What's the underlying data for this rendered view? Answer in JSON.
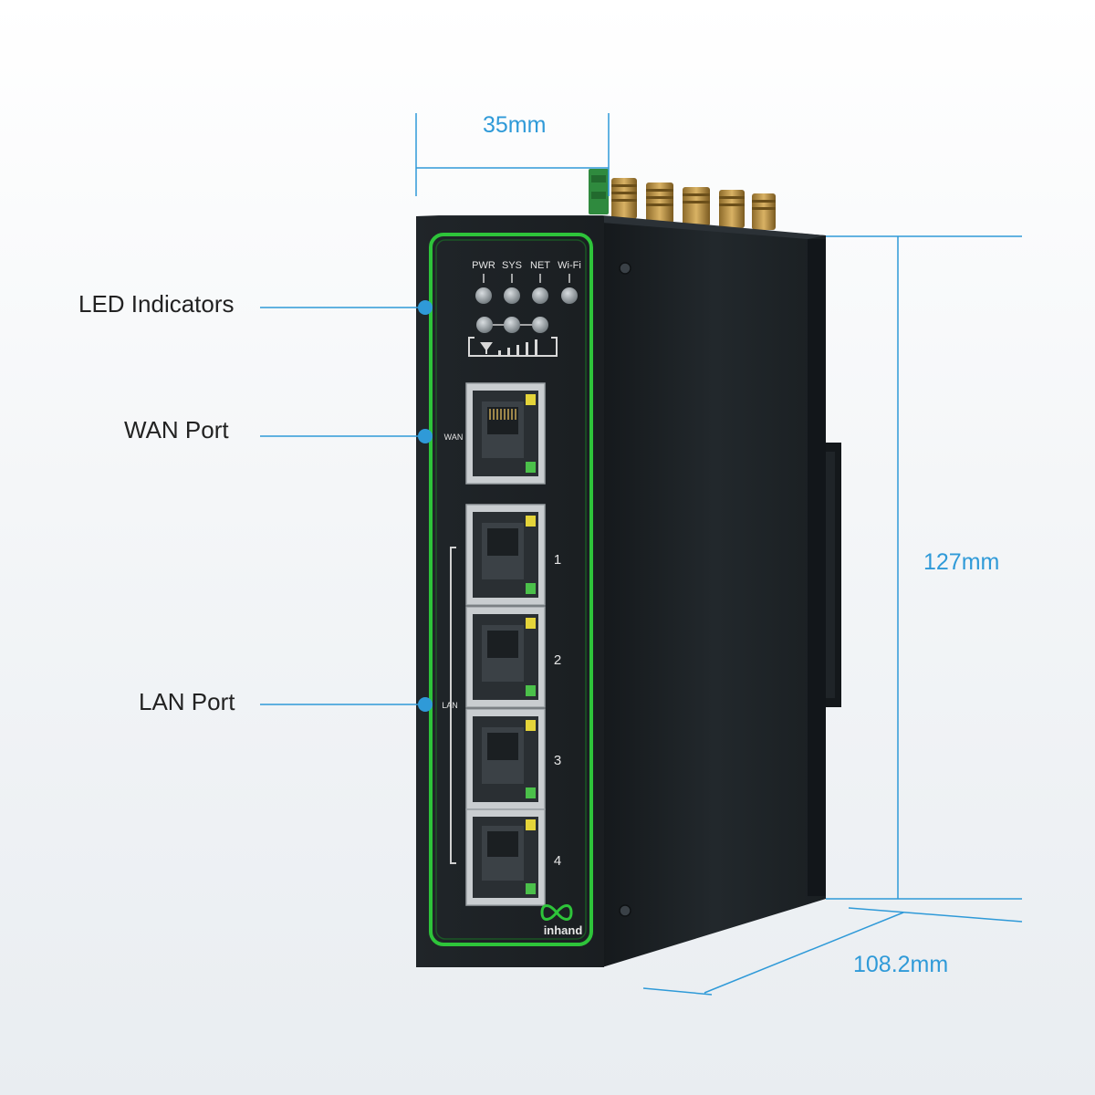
{
  "colors": {
    "accent": "#2f9ad8",
    "device_body": "#1d2226",
    "bezel": "#2ec43a",
    "callout_text": "#222222"
  },
  "dimensions": {
    "width": "35mm",
    "height": "127mm",
    "depth": "108.2mm"
  },
  "callouts": {
    "led": "LED Indicators",
    "wan": "WAN Port",
    "lan": "LAN Port"
  },
  "device": {
    "led_labels": [
      "PWR",
      "SYS",
      "NET",
      "Wi-Fi"
    ],
    "wan_label": "WAN",
    "lan_label": "LAN",
    "lan_ports": [
      "1",
      "2",
      "3",
      "4"
    ],
    "brand": "inhand",
    "brand_icon": "infinity-logo-icon",
    "signal_icon": "antenna-signal-icon"
  }
}
